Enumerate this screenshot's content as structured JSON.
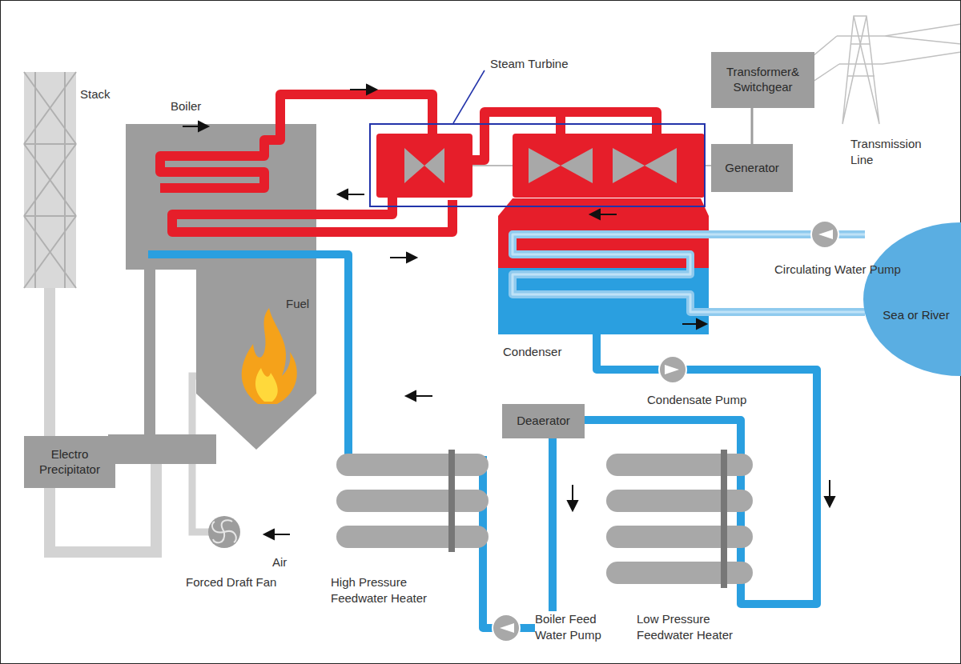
{
  "diagram": {
    "nodes": [
      {
        "text": [
          "Transformer& Switchgear"
        ]
      },
      {
        "text": [
          "Generator"
        ]
      },
      {
        "text": [
          "Deaerator"
        ]
      },
      {
        "text": [
          "Electro Precipitator"
        ]
      },
      {
        "text": [
          "Sea or River"
        ]
      }
    ],
    "edges": [
      {
        "from": 1,
        "to": 0,
        "arrow": "none"
      }
    ],
    "labels": [
      "Stack",
      "Boiler",
      "Steam Turbine",
      "Transmission Line",
      "Fuel",
      "Circulating Water Pump",
      "Condenser",
      "Condensate Pump",
      "Forced Draft Fan",
      "Air",
      "High Pressure Feedwater Heater",
      "Boiler Feed Water Pump",
      "Low Pressure Feedwater Heater"
    ]
  }
}
